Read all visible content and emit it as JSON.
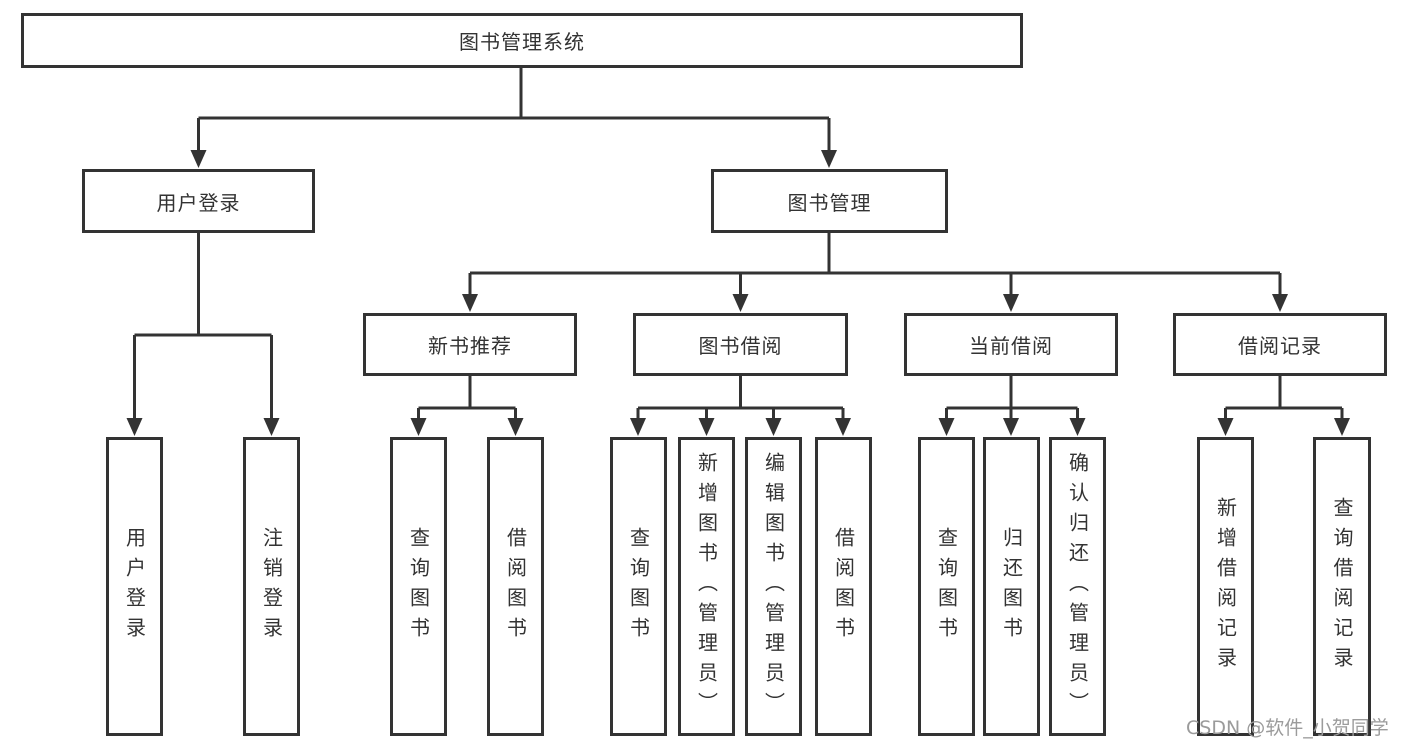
{
  "diagram": {
    "title": "图书管理系统",
    "level2": {
      "login": "用户登录",
      "management": "图书管理"
    },
    "level3": {
      "recommend": "新书推荐",
      "borrow": "图书借阅",
      "current": "当前借阅",
      "records": "借阅记录"
    },
    "leaves": {
      "login": [
        "用户登录",
        "注销登录"
      ],
      "recommend": [
        "查询图书",
        "借阅图书"
      ],
      "borrow": [
        "查询图书",
        "新增图书（管理员）",
        "编辑图书（管理员）",
        "借阅图书"
      ],
      "current": [
        "查询图书",
        "归还图书",
        "确认归还（管理员）"
      ],
      "records": [
        "新增借阅记录",
        "查询借阅记录"
      ]
    },
    "watermark": "CSDN @软件_小贺同学",
    "colors": {
      "line": "#333333",
      "box_fill": "#ffffff",
      "text": "#333333",
      "watermark": "#9b9b9b",
      "background": "#ffffff"
    }
  }
}
